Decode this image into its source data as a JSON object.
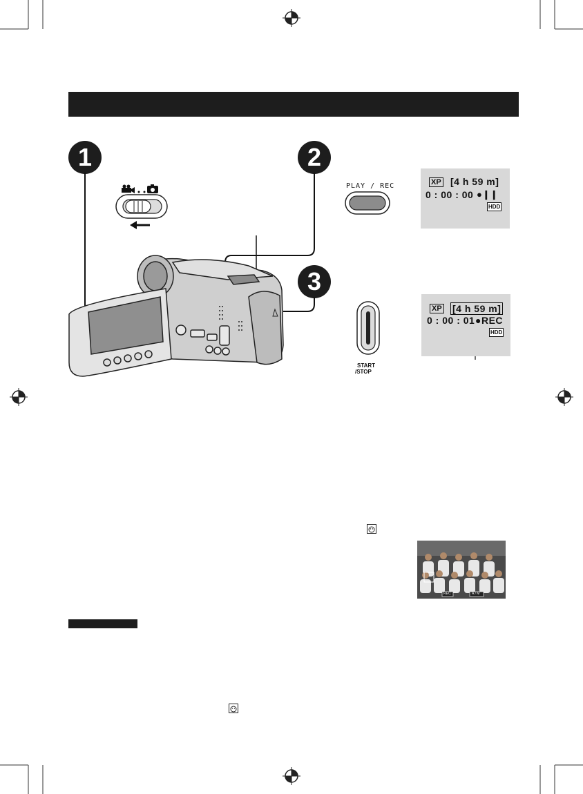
{
  "steps": [
    "1",
    "2",
    "3"
  ],
  "mode_switch": {
    "arrow": "←"
  },
  "play_rec_button": {
    "label": "PLAY / REC"
  },
  "start_stop_button": {
    "label_line1": "START",
    "label_line2": "/STOP"
  },
  "lcd_standby": {
    "quality": "XP",
    "remaining": "[4 h 59 m]",
    "counter": "0 : 00 : 00",
    "status": "●❙❙",
    "media": "HDD"
  },
  "lcd_recording": {
    "quality": "XP",
    "remaining": "[4 h 59 m]",
    "counter": "0 : 00 : 01",
    "status": "●REC",
    "media": "HDD"
  },
  "photo_overlay": {
    "left_label": "REC",
    "right_label": "A / M"
  }
}
